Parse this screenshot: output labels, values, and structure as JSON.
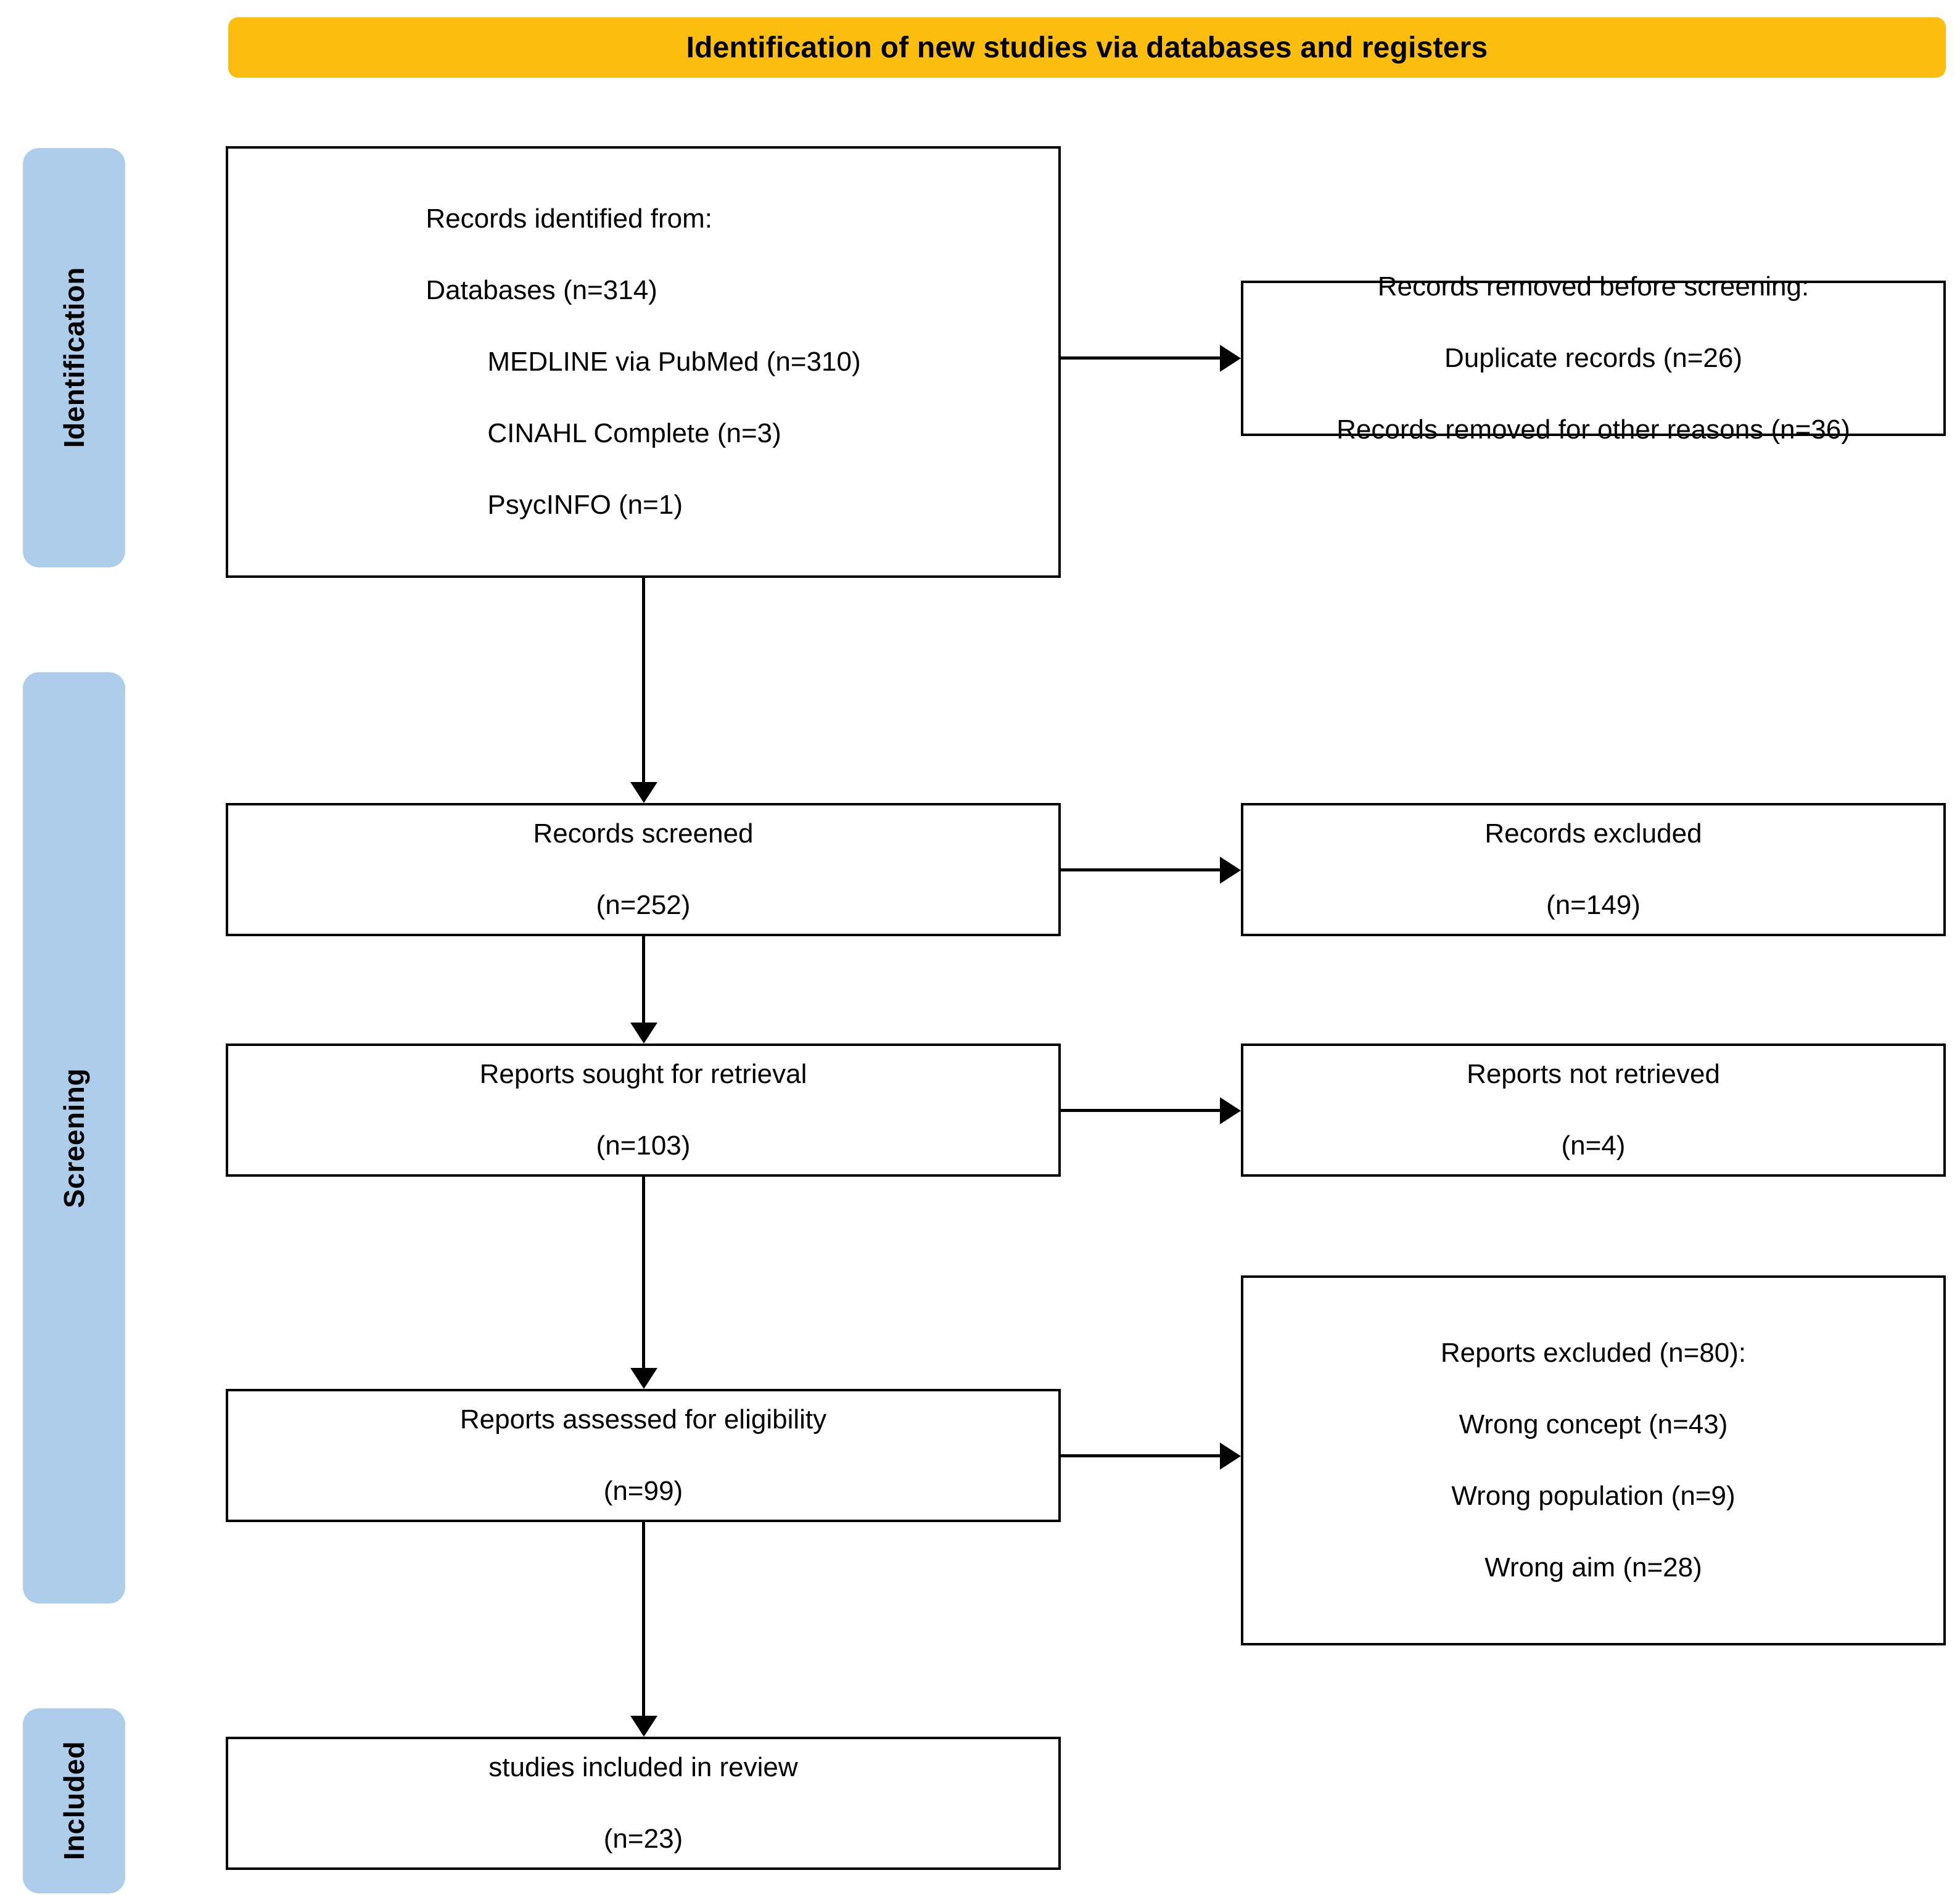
{
  "header": {
    "title": "Identification of new studies via databases and registers",
    "color": "#FBBE10"
  },
  "stages": [
    {
      "key": "identification",
      "label": "Identification",
      "color": "#AECDEB"
    },
    {
      "key": "screening",
      "label": "Screening",
      "color": "#AECDEB"
    },
    {
      "key": "included",
      "label": "Included",
      "color": "#AECDEB"
    }
  ],
  "boxes": {
    "identified": {
      "line1": "Records identified from:",
      "line2": "Databases (n=314)",
      "line3": "MEDLINE via PubMed (n=310)",
      "line4": "CINAHL Complete (n=3)",
      "line5": "PsycINFO (n=1)"
    },
    "removed": {
      "line1": "Records removed before screening:",
      "line2": "Duplicate records (n=26)",
      "line3": "Records removed for other reasons (n=36)"
    },
    "screened": {
      "line1": "Records screened",
      "line2": "(n=252)"
    },
    "records_excluded": {
      "line1": "Records excluded",
      "line2": "(n=149)"
    },
    "sought": {
      "line1": "Reports sought for retrieval",
      "line2": "(n=103)"
    },
    "not_retrieved": {
      "line1": "Reports not retrieved",
      "line2": "(n=4)"
    },
    "assessed": {
      "line1": "Reports assessed for eligibility",
      "line2": "(n=99)"
    },
    "reports_excluded": {
      "line1": "Reports excluded (n=80):",
      "line2": "Wrong concept (n=43)",
      "line3": "Wrong population (n=9)",
      "line4": "Wrong aim (n=28)"
    },
    "included_review": {
      "line1": "studies included in review",
      "line2": "(n=23)"
    }
  },
  "flow_data": {
    "type": "prisma-flow",
    "records_identified_total": 314,
    "sources": [
      {
        "name": "MEDLINE via PubMed",
        "n": 310
      },
      {
        "name": "CINAHL Complete",
        "n": 3
      },
      {
        "name": "PsycINFO",
        "n": 1
      }
    ],
    "removed_before_screening": {
      "duplicate_records": 26,
      "other_reasons": 36
    },
    "records_screened": 252,
    "records_excluded": 149,
    "reports_sought_for_retrieval": 103,
    "reports_not_retrieved": 4,
    "reports_assessed_for_eligibility": 99,
    "reports_excluded_total": 80,
    "reports_excluded_reasons": [
      {
        "reason": "Wrong concept",
        "n": 43
      },
      {
        "reason": "Wrong population",
        "n": 9
      },
      {
        "reason": "Wrong aim",
        "n": 28
      }
    ],
    "studies_included_in_review": 23
  }
}
